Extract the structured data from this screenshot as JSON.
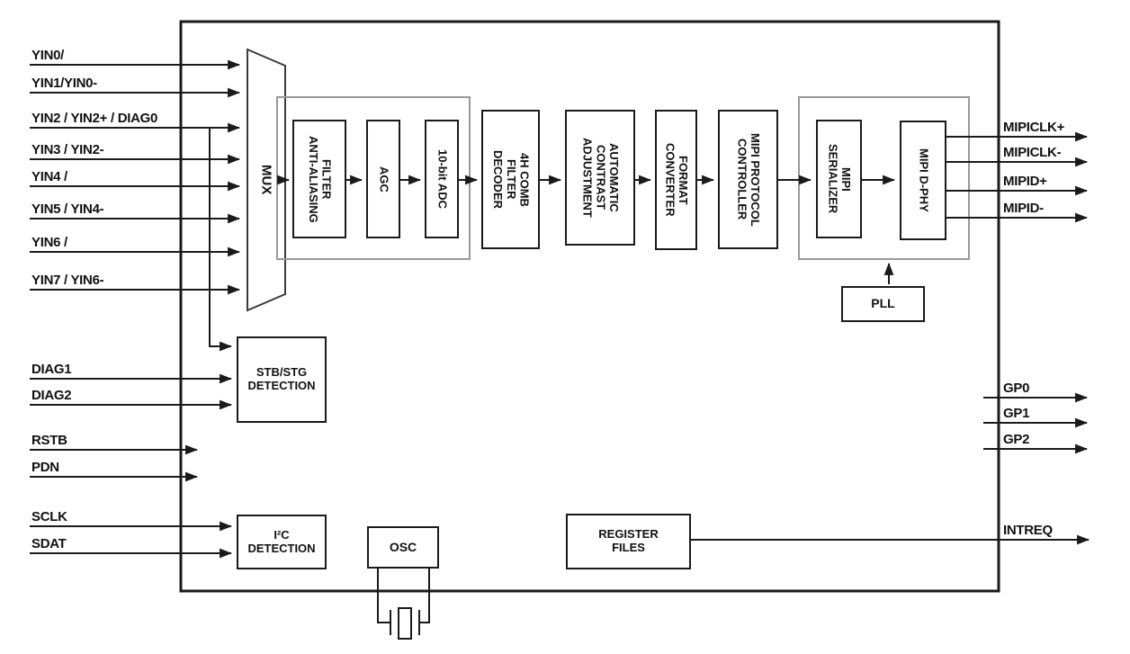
{
  "ports": {
    "yin": [
      "YIN0/",
      "YIN1/YIN0-",
      "YIN2 / YIN2+ / DIAG0",
      "YIN3 / YIN2-",
      "YIN4 /",
      "YIN5 / YIN4-",
      "YIN6 /",
      "YIN7 / YIN6-"
    ],
    "diag": [
      "DIAG1",
      "DIAG2"
    ],
    "control": [
      "RSTB",
      "PDN"
    ],
    "serial": [
      "SCLK",
      "SDAT"
    ],
    "mipi_out": [
      "MIPICLK+",
      "MIPICLK-",
      "MIPID+",
      "MIPID-"
    ],
    "gpio": [
      "GP0",
      "GP1",
      "GP2"
    ],
    "intreq": "INTREQ"
  },
  "blocks": {
    "mux": "MUX",
    "anti_aliasing_filter": "ANTI-ALIASING\nFILTER",
    "agc": "AGC",
    "adc": "10-bit ADC",
    "comb_decoder": "4H COMB\nFILTER\nDECODER",
    "contrast": "AUTOMATIC\nCONTRAST\nADJUSTMENT",
    "format_converter": "FORMAT\nCONVERTER",
    "mipi_protocol": "MIPI PROTOCOL\nCONTROLLER",
    "mipi_serializer": "MIPI\nSERIALIZER",
    "mipi_dphy": "MIPI D-PHY",
    "pll": "PLL",
    "stb_stg": "STB/STG\nDETECTION",
    "i2c_detect": "I²C\nDETECTION",
    "osc": "OSC",
    "register_files": "REGISTER\nFILES"
  },
  "colors": {
    "line": "#1a1a1a",
    "group_box": "#999999",
    "background": "#ffffff"
  }
}
